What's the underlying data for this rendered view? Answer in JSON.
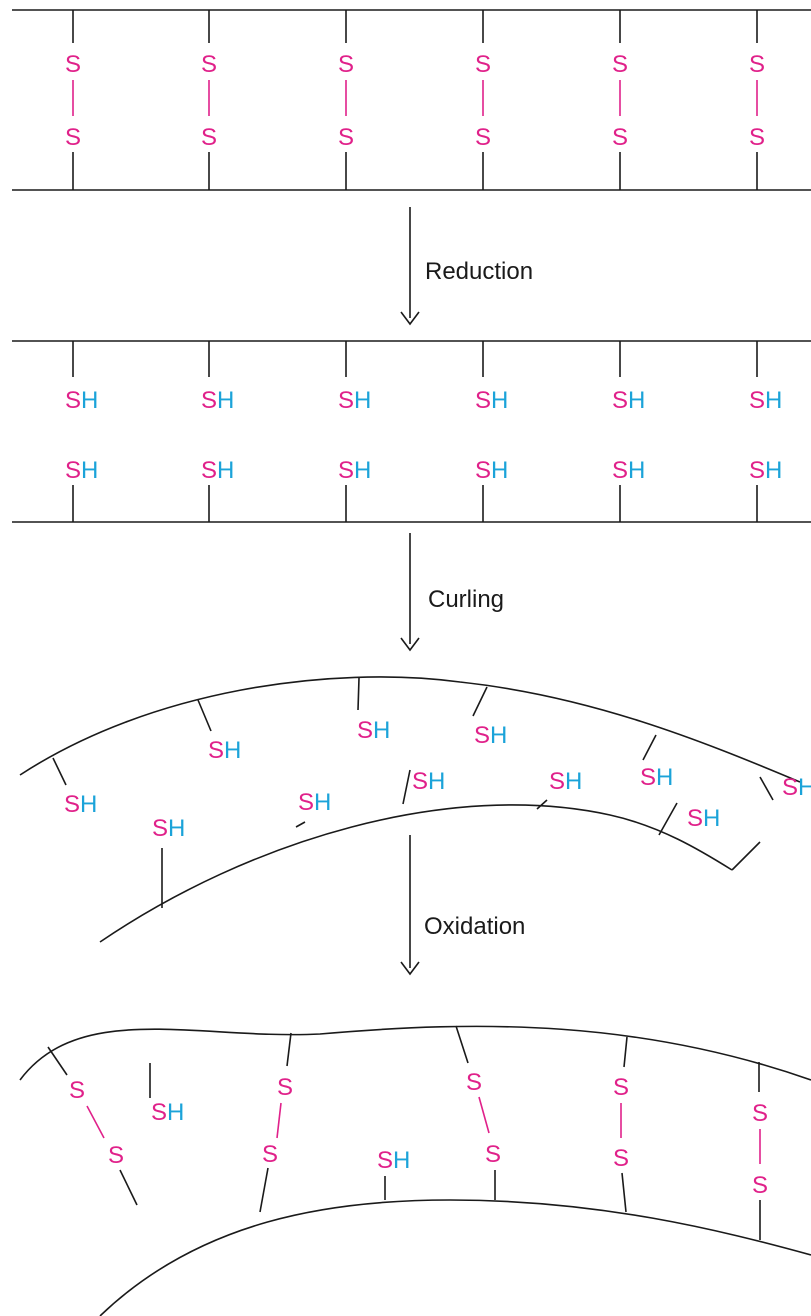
{
  "colors": {
    "sulfur": "#e0218a",
    "hydrogen": "#1ba3d9",
    "line": "#1a1a1a",
    "background": "#ffffff"
  },
  "atoms": {
    "sulfur": "S",
    "hydrogen": "H"
  },
  "steps": {
    "reduction": "Reduction",
    "curling": "Curling",
    "oxidation": "Oxidation"
  }
}
